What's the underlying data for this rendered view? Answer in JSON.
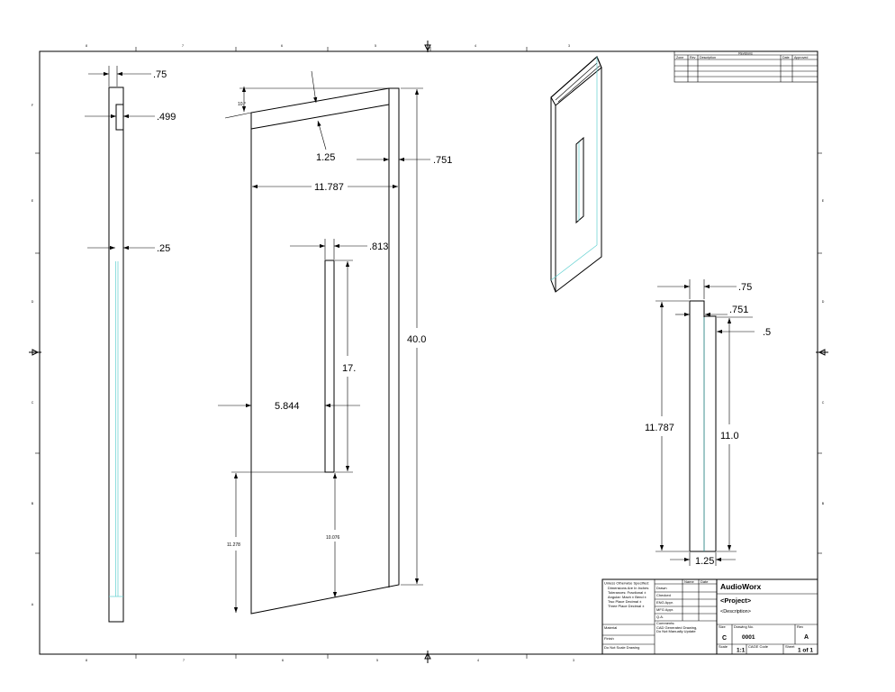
{
  "border": {
    "cols_top": [
      "8",
      "7",
      "6",
      "5",
      "4",
      "3"
    ],
    "cols_bottom": [
      "8",
      "7",
      "6",
      "5",
      "4",
      "3"
    ],
    "rows_left": [
      "F",
      "E",
      "D",
      "C",
      "B",
      "A"
    ],
    "rows_right": [
      "E",
      "D",
      "C",
      "B"
    ]
  },
  "revisions": {
    "title": "Revisions",
    "headers": [
      "Zone",
      "Rev",
      "Description",
      "Date",
      "Approved"
    ]
  },
  "side_view": {
    "dims": [
      ".75",
      ".499",
      ".25"
    ]
  },
  "front_view": {
    "dims": [
      "10.°",
      "1.25",
      ".751",
      "11.787",
      ".813",
      "40.0",
      "17.",
      "5.844",
      "11.278",
      "10.076"
    ]
  },
  "top_view": {
    "dims": [
      ".75",
      ".751",
      ".5",
      "11.787",
      "11.0",
      "1.25"
    ]
  },
  "title_block": {
    "unless_title": "Unless Otherwise Specified:",
    "unless_lines": [
      "Dimensions Are In Inches",
      "Tolerances: Fractional ±",
      "Angular: Mach ±  Bend ±",
      "Two Place Decimal    ±",
      "Three Place Decimal   ±"
    ],
    "name_header": "Name",
    "date_header": "Date",
    "sign_rows": [
      "Drawn",
      "Checked",
      "ENG Appr.",
      "MFG Appr.",
      "Q.A."
    ],
    "comments_label": "Comments:",
    "comments_lines": [
      "CAD Generated Drawing,",
      "Do Not Manually Update"
    ],
    "material_label": "Material",
    "finish_label": "Finish",
    "noscale_label": "Do Not Scale Drawing",
    "company": "AudioWorx",
    "project": "<Project>",
    "description": "<Description>",
    "size_label": "Size",
    "size": "C",
    "dwg_label": "Drawing No.",
    "dwg_no": "0001",
    "rev_label": "Rev",
    "rev": "A",
    "scale_label": "Scale",
    "scale": "1:1",
    "cage_label": "CAGE Code",
    "sheet_label": "Sheet",
    "sheet": "1 of 1"
  }
}
